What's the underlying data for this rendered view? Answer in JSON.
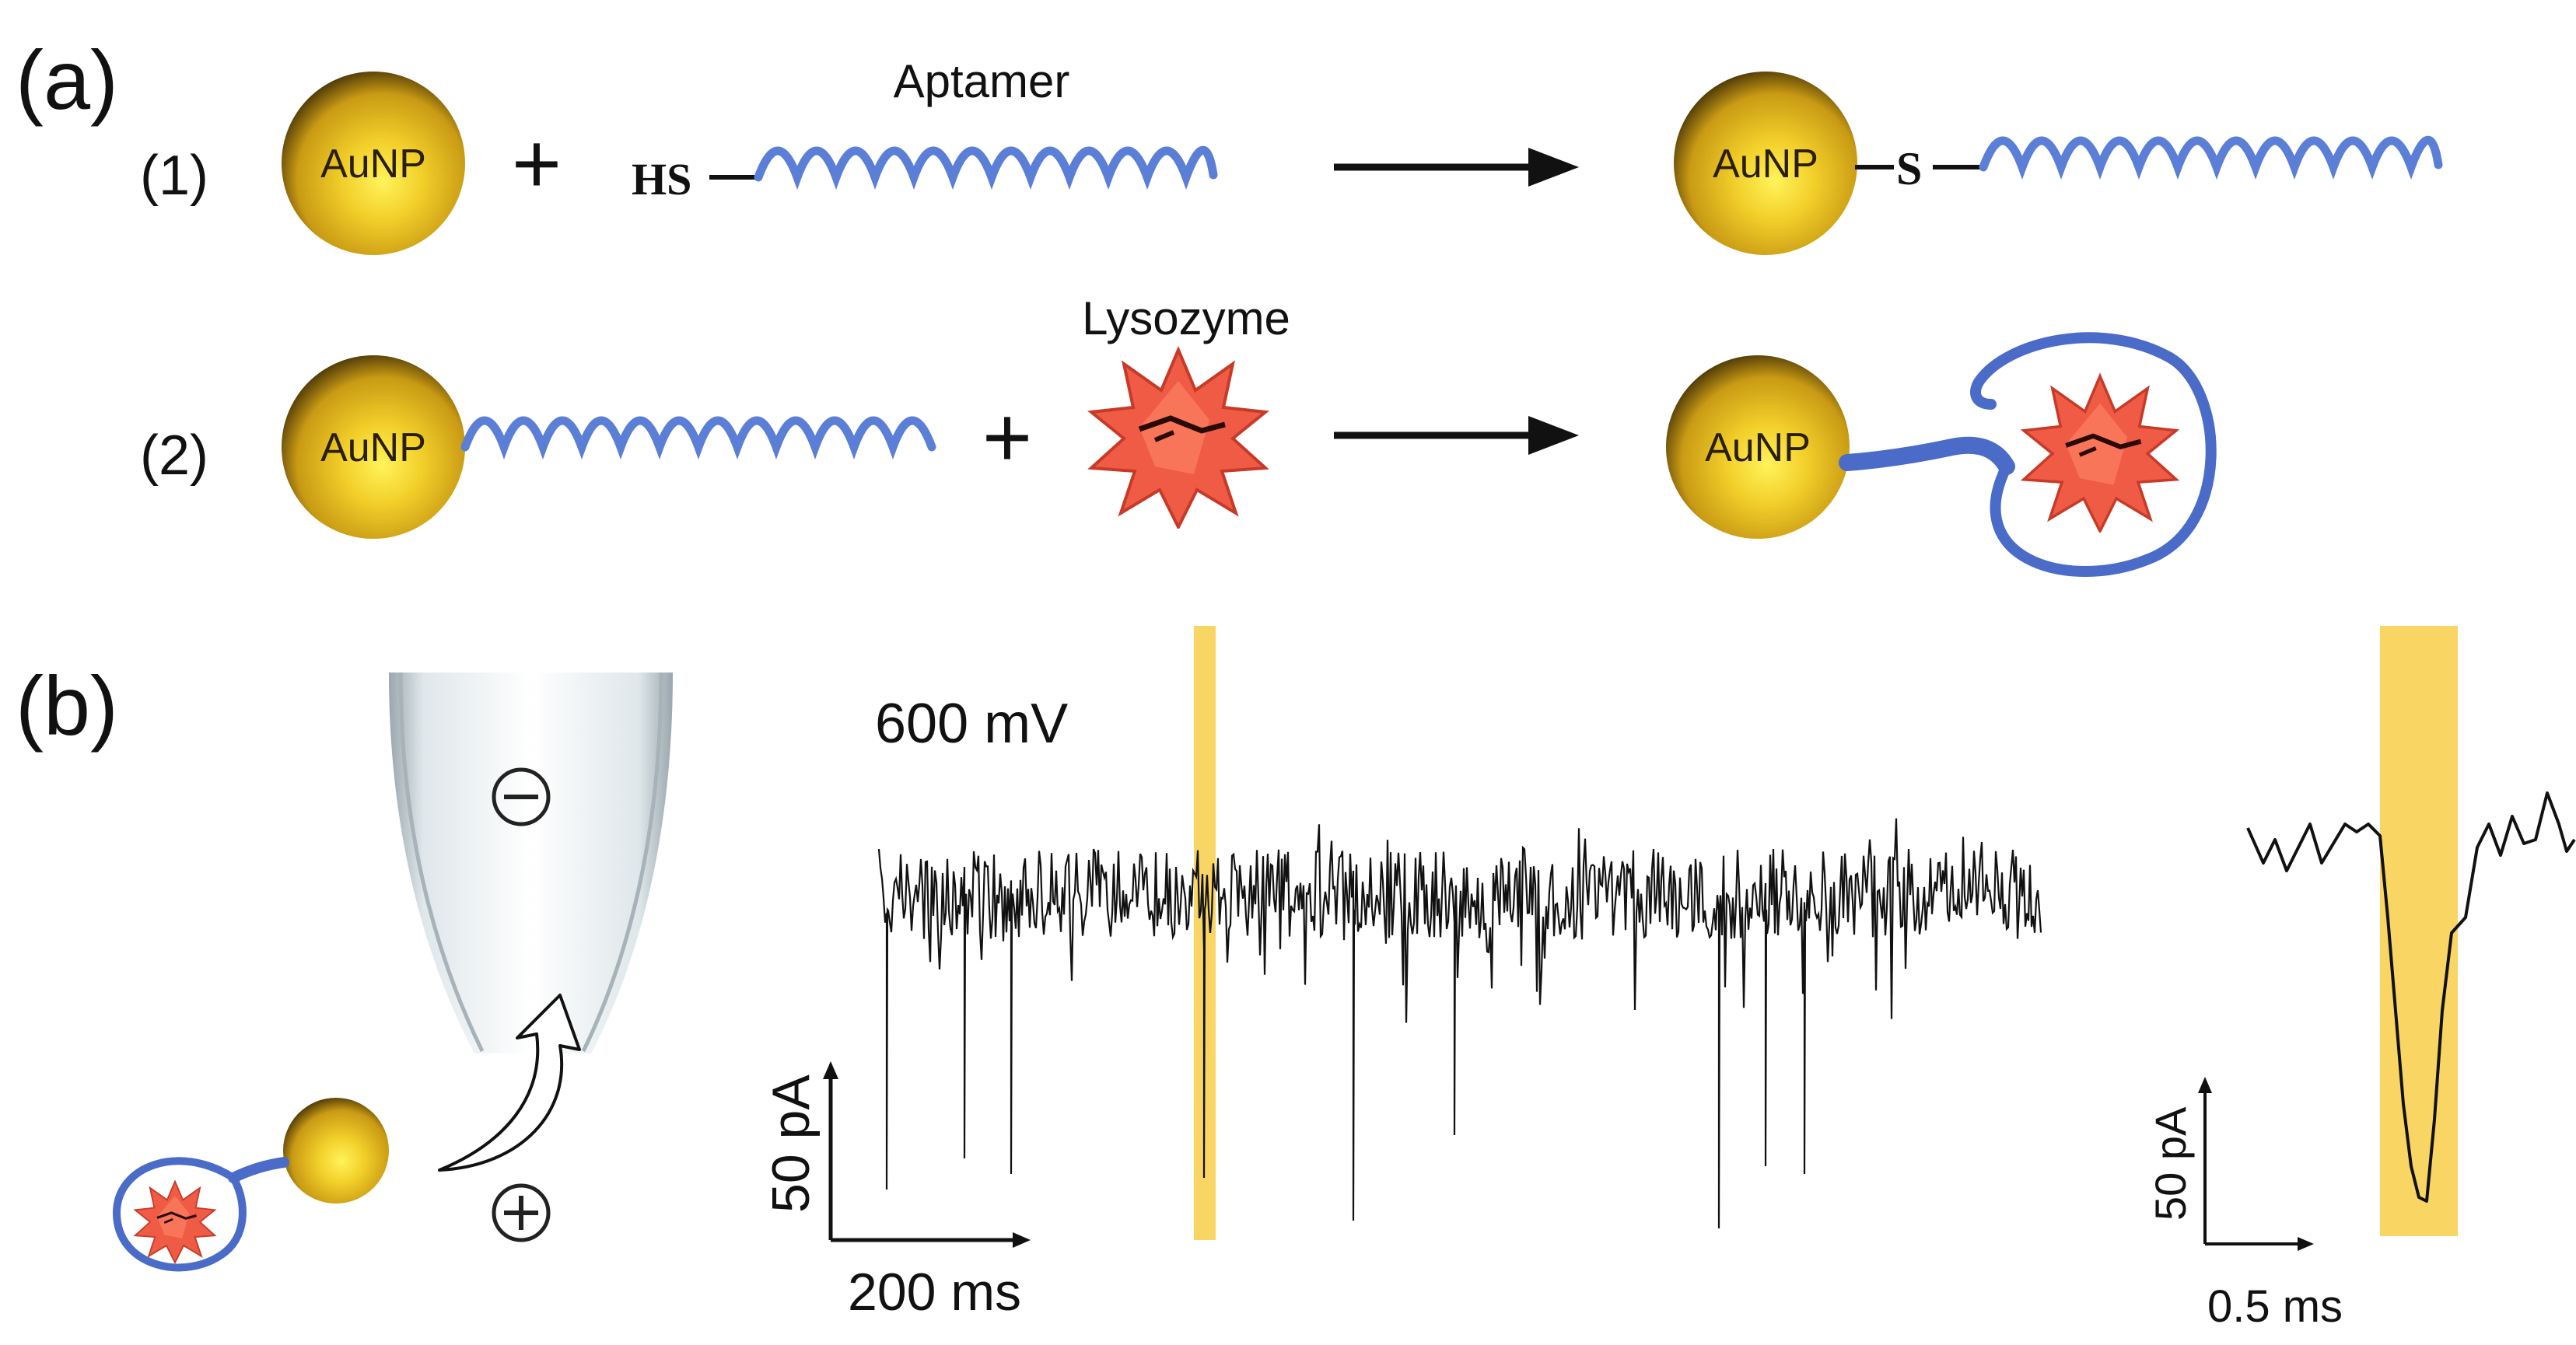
{
  "panel_a": {
    "label": "(a)",
    "row1": {
      "index": "(1)",
      "nanoparticle_label": "AuNP",
      "plus": "+",
      "thiol_label": "HS",
      "aptamer_label": "Aptamer",
      "product_nanoparticle_label": "AuNP",
      "sulfur_label": "S"
    },
    "row2": {
      "index": "(2)",
      "nanoparticle_label": "AuNP",
      "plus": "+",
      "protein_label": "Lysozyme",
      "product_nanoparticle_label": "AuNP"
    }
  },
  "panel_b": {
    "label": "(b)",
    "pipette_charge_top": "−",
    "pipette_charge_bottom": "+",
    "voltage_label": "600 mV",
    "trace_scale": {
      "y_label": "50 pA",
      "x_label": "200 ms"
    },
    "zoom_scale": {
      "y_label": "50 pA",
      "x_label": "0.5 ms"
    }
  },
  "colors": {
    "gold": "#e8b820",
    "aptamer_blue": "#5b7fd6",
    "lysozyme_red": "#ef5b45",
    "highlight_yellow": "#f9d564",
    "trace_black": "#111111"
  }
}
